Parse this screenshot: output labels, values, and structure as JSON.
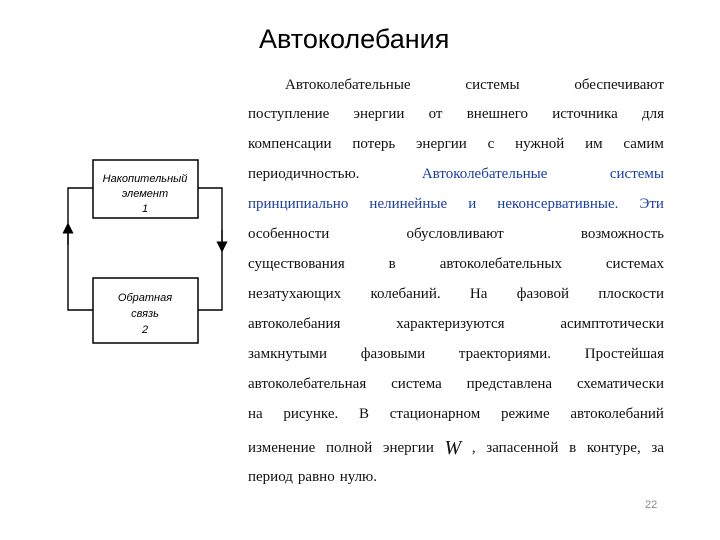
{
  "slide": {
    "title": "Автоколебания",
    "page_number": "22"
  },
  "text": {
    "lines": [
      [
        "Автоколебательные",
        "системы",
        "обеспечивают"
      ],
      [
        "поступление",
        "энергии",
        "от",
        "внешнего",
        "источника",
        "для"
      ],
      [
        "компенсации",
        "потерь",
        "энергии",
        "с",
        "нужной",
        "им",
        "самим"
      ],
      [
        "периодичностью.",
        "Автоколебательные",
        "системы"
      ],
      [
        "принципиально",
        "нелинейные",
        "и",
        "неконсервативные.",
        "Эти"
      ],
      [
        "особенности",
        "обусловливают",
        "возможность"
      ],
      [
        "существования",
        "в",
        "автоколебательных",
        "системах"
      ],
      [
        "незатухающих",
        "колебаний.",
        "На",
        "фазовой",
        "плоскости"
      ],
      [
        "автоколебания",
        "характеризуются",
        "асимптотически"
      ],
      [
        "замкнутыми",
        "фазовыми",
        "траекториями.",
        "Простейшая"
      ],
      [
        "автоколебательная",
        "система",
        "представлена",
        "схематически"
      ],
      [
        "на",
        "рисунке.",
        "В",
        "стационарном",
        "режиме",
        "автоколебаний"
      ],
      [
        "изменение",
        "полной",
        "энергии",
        "W",
        ",",
        "запасенной",
        "в",
        "контуре,",
        "за"
      ],
      [
        "период",
        "равно",
        "нулю."
      ]
    ],
    "highlight_color": "#1a3fa8"
  },
  "diagram": {
    "block1": {
      "line1": "Накопительный",
      "line2": "элемент",
      "line3": "1"
    },
    "block2": {
      "line1": "Обратная",
      "line2": "связь",
      "line3": "2"
    }
  }
}
